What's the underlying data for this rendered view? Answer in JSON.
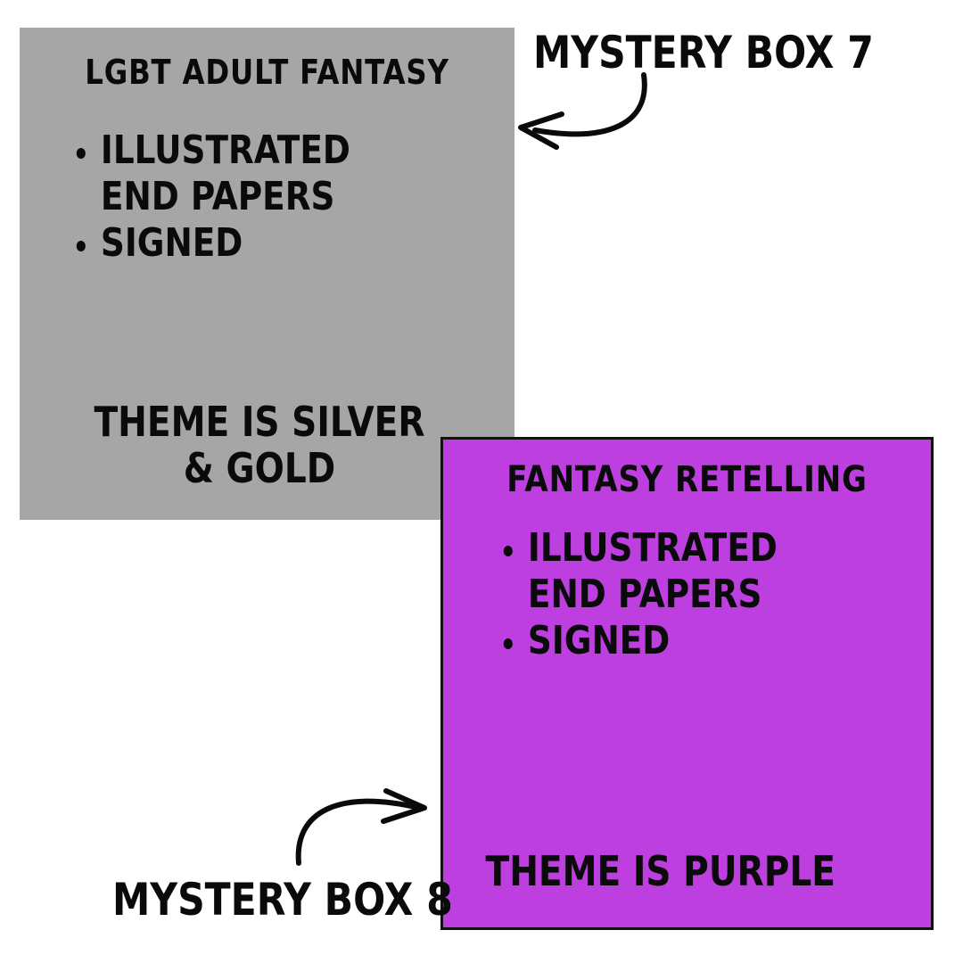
{
  "colors": {
    "box7": "#a6a6a6",
    "box8": "#bd3fe0",
    "text": "#0a0a0a",
    "background": "#ffffff"
  },
  "box7": {
    "label": "MYSTERY BOX 7",
    "title": "LGBT ADULT FANTASY",
    "features": [
      "ILLUSTRATED END PAPERS",
      "SIGNED"
    ],
    "theme": "THEME IS SILVER & GOLD"
  },
  "box8": {
    "label": "MYSTERY BOX 8",
    "title": "FANTASY RETELLING",
    "features": [
      "ILLUSTRATED END PAPERS",
      "SIGNED"
    ],
    "theme": "THEME IS PURPLE"
  },
  "icons": {
    "arrow7": "curved-arrow-left-icon",
    "arrow8": "curved-arrow-right-icon"
  }
}
